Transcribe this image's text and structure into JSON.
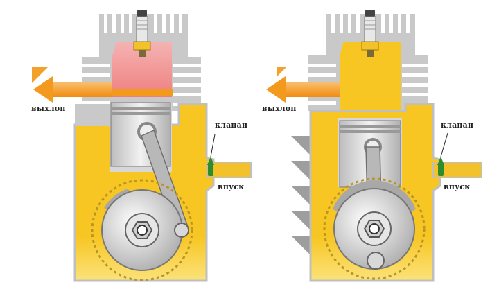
{
  "labels": {
    "left_exhaust": "выхлоп",
    "left_valve": "клапан",
    "left_intake": "впуск",
    "right_exhaust": "выхлоп",
    "right_valve": "клапан",
    "right_intake": "впуск"
  },
  "colors": {
    "body_yellow": "#f7c623",
    "mixture_light": "#fbe27a",
    "metal_gray": "#c8c8c8",
    "metal_dark": "#8a8a8a",
    "combustion_red": "#ef8f8f",
    "exhaust_orange": "#f39a1e",
    "valve_green": "#2e8b2e"
  }
}
